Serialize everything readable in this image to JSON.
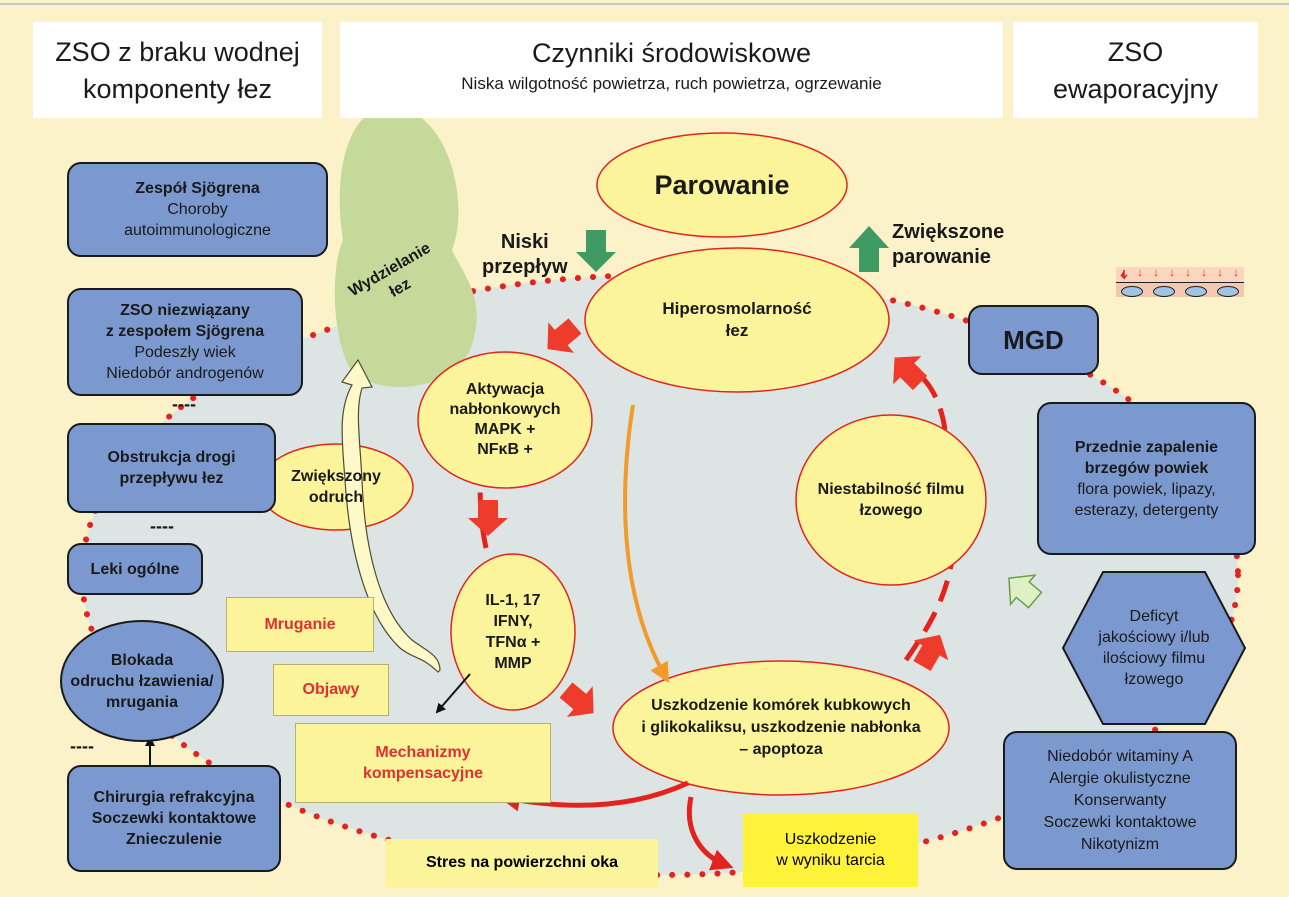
{
  "headers": {
    "left_line1": "ZSO z braku wodnej",
    "left_line2": "komponenty łez",
    "center_title": "Czynniki środowiskowe",
    "center_sub": "Niska wilgotność powietrza, ruch powietrza, ogrzewanie",
    "right_line1": "ZSO",
    "right_line2": "ewaporacyjny"
  },
  "left_boxes": {
    "sjogren_title": "Zespół Sjögrena",
    "sjogren_l1": "Choroby",
    "sjogren_l2": "autoimmunologiczne",
    "non_sjogren_l1": "ZSO niezwiązany",
    "non_sjogren_l2": "z zespołem Sjögrena",
    "non_sjogren_l3": "Podeszły wiek",
    "non_sjogren_l4": "Niedobór androgenów",
    "obstr_l1": "Obstrukcja drogi",
    "obstr_l2": "przepływu łez",
    "leki": "Leki ogólne",
    "blokada_l1": "Blokada",
    "blokada_l2": "odruchu łzawienia/",
    "blokada_l3": "mrugania",
    "chir_l1": "Chirurgia refrakcyjna",
    "chir_l2": "Soczewki kontaktowe",
    "chir_l3": "Znieczulenie",
    "dashes": "----"
  },
  "right_boxes": {
    "mgd": "MGD",
    "blepharitis_l1": "Przednie zapalenie",
    "blepharitis_l2": "brzegów powiek",
    "blepharitis_l3": "flora powiek, lipazy,",
    "blepharitis_l4": "esterazy, detergenty",
    "deficyt_l1": "Deficyt",
    "deficyt_l2": "jakościowy i/lub",
    "deficyt_l3": "ilościowy filmu",
    "deficyt_l4": "łzowego",
    "causes_l1": "Niedobór witaminy A",
    "causes_l2": "Alergie okulistyczne",
    "causes_l3": "Konserwanty",
    "causes_l4": "Soczewki kontaktowe",
    "causes_l5": "Nikotynizm"
  },
  "center": {
    "parowanie": "Parowanie",
    "niski_l1": "Niski",
    "niski_l2": "przepływ",
    "zwiekszone_l1": "Zwiększone",
    "zwiekszone_l2": "parowanie",
    "wydzielanie_l1": "Wydzielanie",
    "wydzielanie_l2": "łez",
    "hiper_l1": "Hiperosmolarność",
    "hiper_l2": "łez",
    "aktywacja_l1": "Aktywacja",
    "aktywacja_l2": "nabłonkowych",
    "aktywacja_l3": "MAPK +",
    "aktywacja_l4": "NFκB +",
    "odruch_l1": "Zwiększony",
    "odruch_l2": "odruch",
    "il_l1": "IL-1, 17",
    "il_l2": "IFNY,",
    "il_l3": "TFNα +",
    "il_l4": "MMP",
    "niestab_l1": "Niestabilność filmu",
    "niestab_l2": "łzowego",
    "uszk_l1": "Uszkodzenie komórek kubkowych",
    "uszk_l2": "i glikokaliksu, uszkodzenie nabłonka",
    "uszk_l3": "– apoptoza",
    "mruganie": "Mruganie",
    "objawy": "Objawy",
    "mech_l1": "Mechanizmy",
    "mech_l2": "kompensacyjne",
    "stres": "Stres na powierzchni oka",
    "tarcie_l1": "Uszkodzenie",
    "tarcie_l2": "w wyniku tarcia"
  },
  "colors": {
    "background": "#fbf2c9",
    "box_blue": "#7b99cf",
    "ellipse_fill": "#fbf49a",
    "cycle_area": "#dce5e4",
    "red_arrow": "#ee3b2b",
    "green_arrow": "#3f9a63",
    "orange_arrow": "#f39a2c",
    "wydzielanie": "#c5d99a",
    "tarcie_box": "#fff23a"
  }
}
